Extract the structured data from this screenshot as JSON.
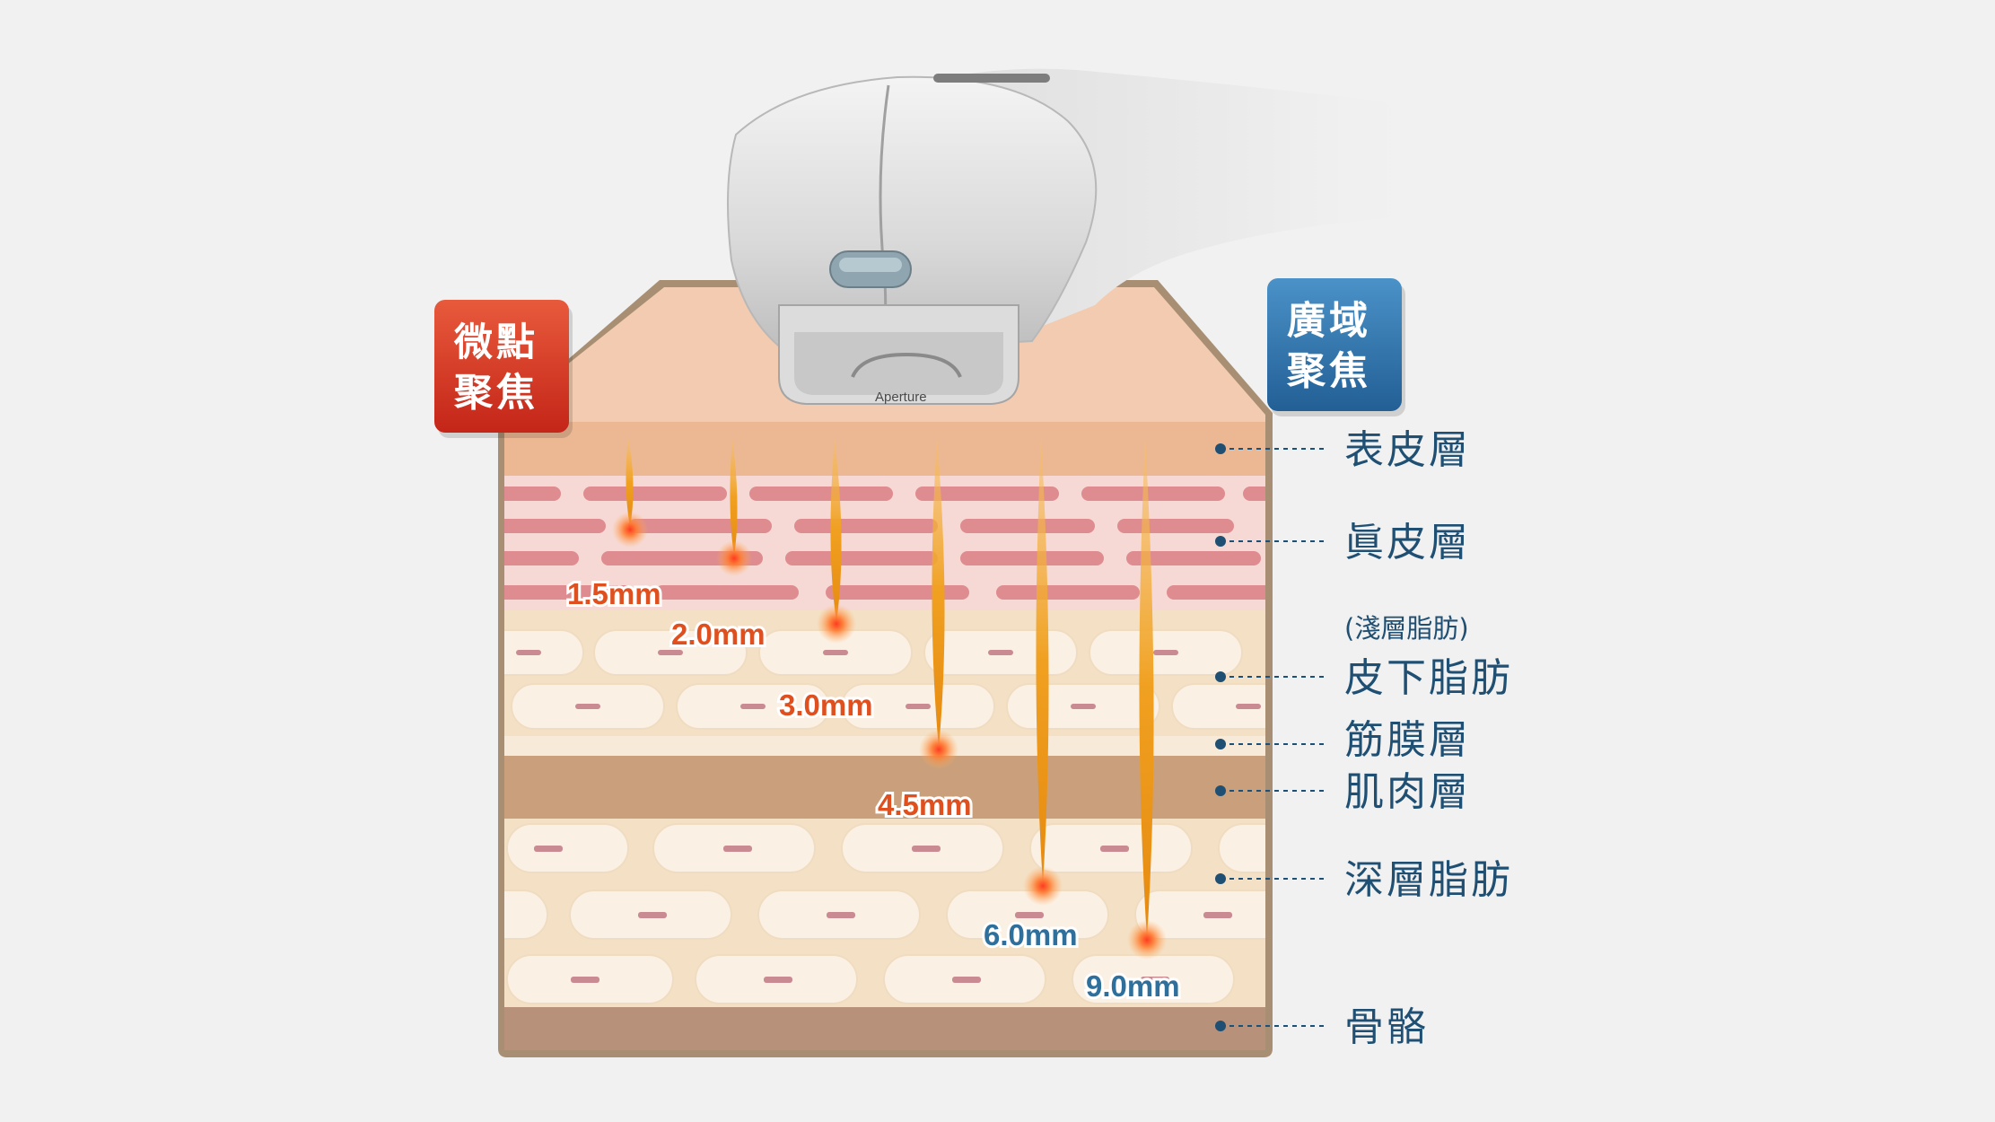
{
  "badges": {
    "micro": {
      "line1": "微點",
      "line2": "聚焦",
      "color": "#d93324"
    },
    "wide": {
      "line1": "廣域",
      "line2": "聚焦",
      "color": "#2f79b4"
    }
  },
  "device": {
    "brand": "Aperture"
  },
  "layers": [
    {
      "id": "epidermis",
      "label": "表皮層",
      "sub": ""
    },
    {
      "id": "dermis",
      "label": "眞皮層",
      "sub": ""
    },
    {
      "id": "subcutaneous-fat",
      "label": "皮下脂肪",
      "sub": "(淺層脂肪)"
    },
    {
      "id": "fascia",
      "label": "筋膜層",
      "sub": ""
    },
    {
      "id": "muscle",
      "label": "肌肉層",
      "sub": ""
    },
    {
      "id": "deep-fat",
      "label": "深層脂肪",
      "sub": ""
    },
    {
      "id": "bone",
      "label": "骨骼",
      "sub": ""
    }
  ],
  "depths": [
    {
      "label": "1.5mm",
      "group": "micro"
    },
    {
      "label": "2.0mm",
      "group": "micro"
    },
    {
      "label": "3.0mm",
      "group": "micro"
    },
    {
      "label": "4.5mm",
      "group": "micro"
    },
    {
      "label": "6.0mm",
      "group": "wide"
    },
    {
      "label": "9.0mm",
      "group": "wide"
    }
  ],
  "colors": {
    "micro_text": "#e0501e",
    "wide_text": "#2f6f9c",
    "beam": "#f0a020",
    "label_line": "#1f4f72"
  }
}
